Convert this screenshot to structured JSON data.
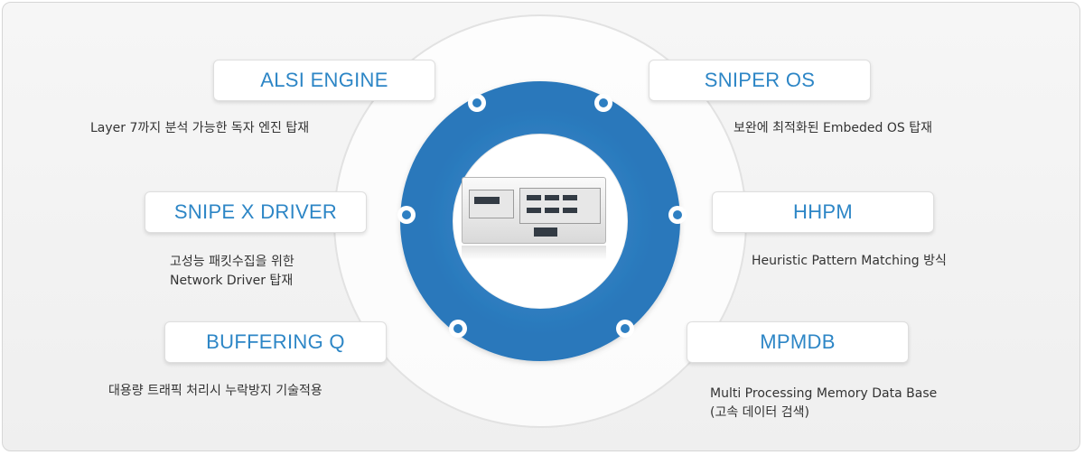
{
  "features": [
    {
      "key": "alsi",
      "title": "ALSI ENGINE",
      "desc": "Layer 7까지 분석 가능한 독자 엔진 탑재"
    },
    {
      "key": "sniper_os",
      "title": "SNIPER OS",
      "desc": "보완에 최적화된 Embeded OS 탑재"
    },
    {
      "key": "snipe_driver",
      "title": "SNIPE X DRIVER",
      "desc": "고성능 패킷수집을 위한\nNetwork Driver 탑재"
    },
    {
      "key": "hhpm",
      "title": "HHPM",
      "desc": "Heuristic Pattern Matching 방식"
    },
    {
      "key": "buffering",
      "title": "BUFFERING Q",
      "desc": "대용량 트래픽 처리시 누락방지 기술적용"
    },
    {
      "key": "mpmdb",
      "title": "MPMDB",
      "desc": "Multi Processing Memory Data Base\n(고속 데이터 검색)"
    }
  ],
  "colors": {
    "accent": "#2d86c6",
    "ring": "#2e7fc2",
    "text": "#333333"
  },
  "icons": {
    "center": "server-appliance-image"
  }
}
